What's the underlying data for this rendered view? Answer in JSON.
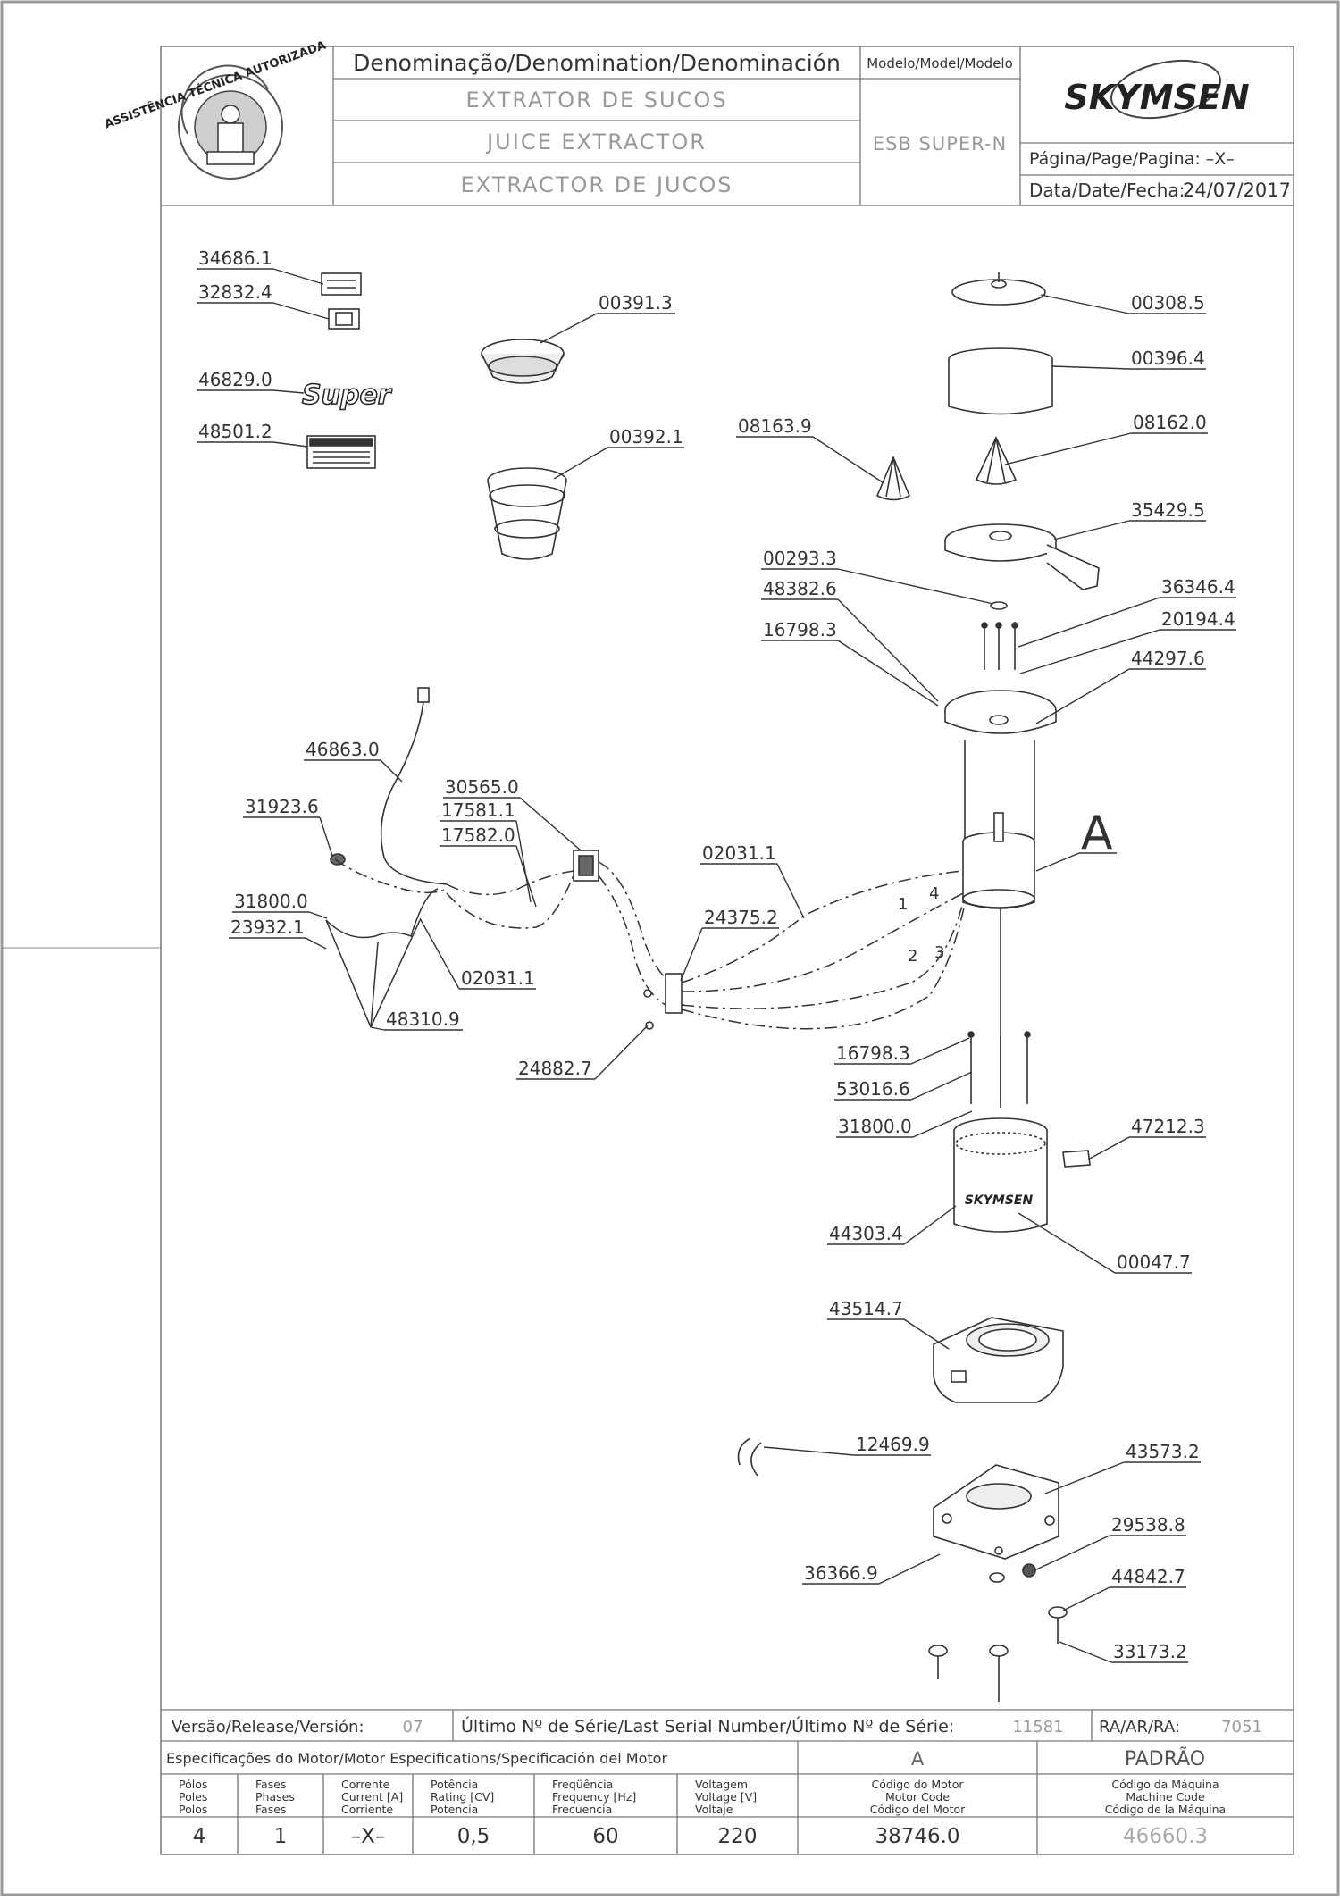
{
  "header": {
    "denomination_label": "Denominação/Denomination/Denominación",
    "name_pt": "EXTRATOR DE SUCOS",
    "name_en": "JUICE EXTRACTOR",
    "name_es": "EXTRACTOR DE JUCOS",
    "model_label": "Modelo/Model/Modelo",
    "model_value": "ESB SUPER-N",
    "page_label": "Página/Page/Pagina: –X–",
    "date_label": "Data/Date/Fecha:",
    "date_value": "24/07/2017",
    "brand_logo": "SKYMSEN",
    "seal_text": "ASSISTÊNCIA TÉCNICA AUTORIZADA"
  },
  "parts": [
    {
      "id": "p34686",
      "label": "34686.1"
    },
    {
      "id": "p32832",
      "label": "32832.4"
    },
    {
      "id": "p46829",
      "label": "46829.0"
    },
    {
      "id": "p48501",
      "label": "48501.2"
    },
    {
      "id": "p00391",
      "label": "00391.3"
    },
    {
      "id": "p00392",
      "label": "00392.1"
    },
    {
      "id": "p08163",
      "label": "08163.9"
    },
    {
      "id": "p00308",
      "label": "00308.5"
    },
    {
      "id": "p00396",
      "label": "00396.4"
    },
    {
      "id": "p08162",
      "label": "08162.0"
    },
    {
      "id": "p35429",
      "label": "35429.5"
    },
    {
      "id": "p00293",
      "label": "00293.3"
    },
    {
      "id": "p48382",
      "label": "48382.6"
    },
    {
      "id": "p16798a",
      "label": "16798.3"
    },
    {
      "id": "p36346",
      "label": "36346.4"
    },
    {
      "id": "p20194",
      "label": "20194.4"
    },
    {
      "id": "p44297",
      "label": "44297.6"
    },
    {
      "id": "p46863",
      "label": "46863.0"
    },
    {
      "id": "p31923",
      "label": "31923.6"
    },
    {
      "id": "p30565",
      "label": "30565.0"
    },
    {
      "id": "p17581",
      "label": "17581.1"
    },
    {
      "id": "p17582",
      "label": "17582.0"
    },
    {
      "id": "p02031a",
      "label": "02031.1"
    },
    {
      "id": "pA",
      "label": "A"
    },
    {
      "id": "p31800a",
      "label": "31800.0"
    },
    {
      "id": "p23932",
      "label": "23932.1"
    },
    {
      "id": "p24375",
      "label": "24375.2"
    },
    {
      "id": "p02031b",
      "label": "02031.1"
    },
    {
      "id": "p48310",
      "label": "48310.9"
    },
    {
      "id": "p24882",
      "label": "24882.7"
    },
    {
      "id": "p16798b",
      "label": "16798.3"
    },
    {
      "id": "p53016",
      "label": "53016.6"
    },
    {
      "id": "p31800b",
      "label": "31800.0"
    },
    {
      "id": "p47212",
      "label": "47212.3"
    },
    {
      "id": "p44303",
      "label": "44303.4"
    },
    {
      "id": "p00047",
      "label": "00047.7"
    },
    {
      "id": "p43514",
      "label": "43514.7"
    },
    {
      "id": "p12469",
      "label": "12469.9"
    },
    {
      "id": "p43573",
      "label": "43573.2"
    },
    {
      "id": "p29538",
      "label": "29538.8"
    },
    {
      "id": "p36366",
      "label": "36366.9"
    },
    {
      "id": "p44842",
      "label": "44842.7"
    },
    {
      "id": "p33173",
      "label": "33173.2"
    }
  ],
  "wire_numbers": [
    "1",
    "4",
    "2",
    "3"
  ],
  "footer": {
    "release_label": "Versão/Release/Versión:",
    "release_value": "07",
    "serial_label": "Último Nº de Série/Last Serial Number/Último Nº de Série:",
    "serial_value": "11581",
    "ra_label": "RA/AR/RA:",
    "ra_value": "7051",
    "motor_spec_label": "Especificações do Motor/Motor Especifications/Specificación del Motor",
    "motor_variant": "A",
    "standard_label": "PADRÃO",
    "columns": [
      {
        "h1": "Pólos",
        "h2": "Poles",
        "h3": "Polos",
        "value": "4"
      },
      {
        "h1": "Fases",
        "h2": "Phases",
        "h3": "Fases",
        "value": "1"
      },
      {
        "h1": "Corrente",
        "h2": "Current [A]",
        "h3": "Corriente",
        "value": "–X–"
      },
      {
        "h1": "Potência",
        "h2": "Rating [CV]",
        "h3": "Potencia",
        "value": "0,5"
      },
      {
        "h1": "Freqüência",
        "h2": "Frequency [Hz]",
        "h3": "Frecuencia",
        "value": "60"
      },
      {
        "h1": "Voltagem",
        "h2": "Voltage [V]",
        "h3": "Voltaje",
        "value": "220"
      },
      {
        "h1": "Código do Motor",
        "h2": "Motor Code",
        "h3": "Código del Motor",
        "value": "38746.0"
      },
      {
        "h1": "Código da Máquina",
        "h2": "Machine Code",
        "h3": "Código de la Máquina",
        "value": "46660.3"
      }
    ]
  },
  "colors": {
    "line": "#333333",
    "muted": "#a8a8a8",
    "frame": "#888888"
  }
}
